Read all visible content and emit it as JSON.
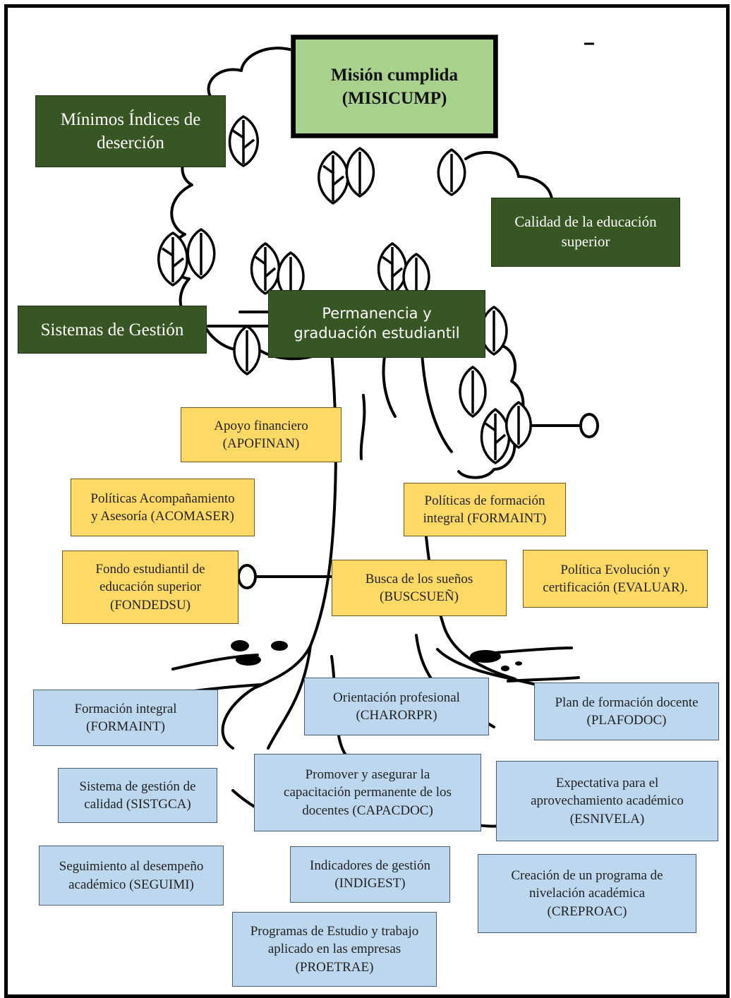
{
  "mission": "Misión cumplida\n(MISICUMP)",
  "outcomes": {
    "desercion": "Mínimos Índices de\ndeserción",
    "calidad": "Calidad de la educación\nsuperior",
    "sistemas": "Sistemas de Gestión",
    "permanencia": "Permanencia y\ngraduación estudiantil"
  },
  "policies": {
    "apoyo": "Apoyo financiero\n(APOFINAN)",
    "acompanamiento": "Políticas Acompañamiento\ny Asesoría (ACOMASER)",
    "formacion": "Políticas de formación\nintegral (FORMAINT)",
    "fondo": "Fondo estudiantil de\neducación superior\n(FONDEDSU)",
    "busca": "Busca de los sueños\n(BUSCSUEÑ)",
    "evolucion": "Política Evolución y\ncertificación (EVALUAR)."
  },
  "strategies": {
    "formacion_integral": "Formación integral\n(FORMAINT)",
    "orientacion": "Orientación profesional\n(CHARORPR)",
    "plan_docente": "Plan de formación docente\n(PLAFODOC)",
    "gestion_calidad": "Sistema de gestión de\ncalidad (SISTGCA)",
    "capacitacion": "Promover y asegurar  la\ncapacitación permanente de los\ndocentes (CAPACDOC)",
    "expectativa": "Expectativa para el\naprovechamiento académico\n(ESNIVELA)",
    "seguimiento": "Seguimiento al desempeño\nacadémico (SEGUIMI)",
    "indicadores": "Indicadores de gestión\n(INDIGEST)",
    "nivelacion": "Creación de un programa de\nnivelación académica\n(CREPROAC)",
    "estudio_trabajo": "Programas de Estudio y trabajo\naplicado en las empresas\n(PROETRAE)"
  },
  "colors": {
    "outcome_green": "#375623",
    "mission_green": "#a9d18e",
    "policy_yellow": "#ffd966",
    "strategy_blue": "#bdd7ee"
  }
}
